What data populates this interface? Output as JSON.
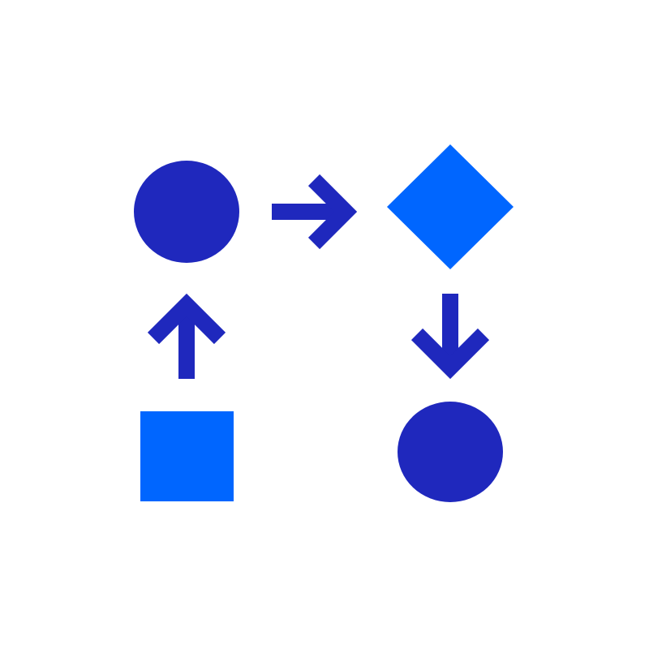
{
  "diagram": {
    "colors": {
      "dark_blue": "#1f28bd",
      "bright_blue": "#0066ff",
      "background": "#ffffff"
    },
    "nodes": [
      {
        "id": "start",
        "shape": "square",
        "color": "bright_blue"
      },
      {
        "id": "step1",
        "shape": "circle",
        "color": "dark_blue"
      },
      {
        "id": "decision",
        "shape": "diamond",
        "color": "bright_blue"
      },
      {
        "id": "end",
        "shape": "circle",
        "color": "dark_blue"
      }
    ],
    "edges": [
      {
        "from": "start",
        "to": "step1",
        "direction": "up"
      },
      {
        "from": "step1",
        "to": "decision",
        "direction": "right"
      },
      {
        "from": "decision",
        "to": "end",
        "direction": "down"
      }
    ]
  }
}
